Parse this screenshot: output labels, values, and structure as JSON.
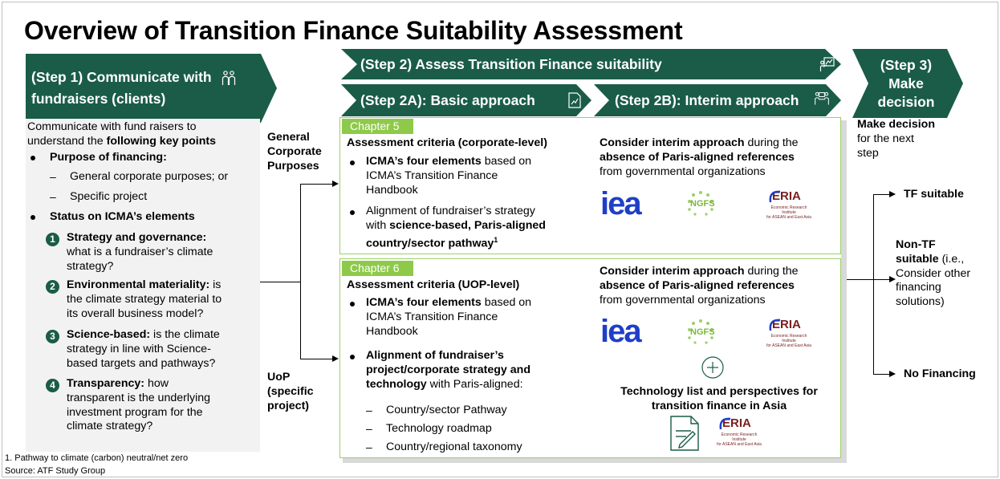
{
  "title": "Overview of Transition Finance Suitability Assessment",
  "steps": {
    "step1": "(Step 1) Communicate with fundraisers (clients)",
    "step1_line1": "(Step 1) Communicate with",
    "step1_line2": "fundraisers (clients)",
    "step2": "(Step 2) Assess Transition Finance suitability",
    "step2a": "(Step 2A): Basic approach",
    "step2b": "(Step 2B): Interim approach",
    "step3_line1": "(Step 3)",
    "step3_line2": "Make",
    "step3_line3": "decision"
  },
  "col1": {
    "intro1": "Communicate with fund raisers to",
    "intro2_plain": "understand the ",
    "intro2_bold": "following key points",
    "purpose_heading": "Purpose of financing:",
    "purpose_items": [
      "General corporate purposes; or",
      "Specific project"
    ],
    "status_heading": "Status on ICMA’s elements",
    "elements": [
      {
        "num": "1",
        "bold": "Strategy and governance:",
        "lines": [
          "what is a fundraiser’s climate",
          "strategy?"
        ],
        "first_rest": ""
      },
      {
        "num": "2",
        "bold": "Environmental materiality:",
        "first_rest": " is",
        "lines": [
          "the climate strategy material to",
          "its overall business model?"
        ]
      },
      {
        "num": "3",
        "bold": "Science-based:",
        "first_rest": " is the climate",
        "lines": [
          "strategy in line with Science-",
          "based targets and pathways?"
        ]
      },
      {
        "num": "4",
        "bold": "Transparency:",
        "first_rest": " how",
        "lines": [
          "transparent is the underlying",
          "investment program for the",
          "climate strategy?"
        ]
      }
    ]
  },
  "purpose_labels": {
    "general": [
      "General",
      "Corporate",
      "Purposes"
    ],
    "uop": [
      "UoP",
      "(specific",
      "project)"
    ]
  },
  "box1": {
    "chapter": "Chapter 5",
    "heading": "Assessment criteria (corporate-level)",
    "b1_bold": "ICMA’s four elements",
    "b1_rest": " based on",
    "b1_lines": [
      "ICMA’s Transition Finance",
      "Handbook"
    ],
    "b2_line1": "Alignment of fundraiser’s strategy",
    "b2_line2_plain": "with ",
    "b2_line2_bold": "science-based, Paris-aligned",
    "b2_line3_bold": "country/sector pathway",
    "b2_sup": "1",
    "interim_bold": "Consider interim approach",
    "interim_rest": " during the",
    "interim_line2": "absence of Paris-aligned references",
    "interim_line3": "from governmental organizations"
  },
  "box2": {
    "chapter": "Chapter 6",
    "heading": "Assessment criteria (UOP-level)",
    "b1_bold": "ICMA’s four elements",
    "b1_rest": " based on",
    "b1_lines": [
      "ICMA’s Transition Finance",
      "Handbook"
    ],
    "b2_lines_bold": [
      "Alignment of fundraiser’s",
      "project/corporate strategy and",
      "technology"
    ],
    "b2_rest": " with Paris-aligned:",
    "sub_items": [
      "Country/sector Pathway",
      "Technology roadmap",
      "Country/regional taxonomy"
    ],
    "interim_bold": "Consider interim approach",
    "interim_rest": " during the",
    "interim_line2": "absence of Paris-aligned references",
    "interim_line3": "from governmental organizations",
    "tech_line1": "Technology list and perspectives for",
    "tech_line2": "transition finance in Asia"
  },
  "logos": {
    "iea": "iea",
    "ngfs": "NGFS",
    "eria": "ERIA",
    "eria_sub1": "Economic Research Institute",
    "eria_sub2": "for ASEAN and East Asia"
  },
  "step3": {
    "decision_bold": "Make decision",
    "decision_lines": [
      "for the next",
      "step"
    ],
    "outcomes": {
      "tf_suitable": "TF suitable",
      "non_tf_bold": "Non-TF",
      "non_tf_bold2": "suitable",
      "non_tf_rest": " (i.e.,",
      "non_tf_lines": [
        "Consider other",
        "financing",
        "solutions)"
      ],
      "no_financing": "No Financing"
    }
  },
  "footnotes": {
    "note1": "1.  Pathway to climate (carbon) neutral/net zero",
    "source": "Source: ATF Study Group"
  },
  "colors": {
    "teal": "#1a5c47",
    "green_border": "#9bd066",
    "chapter_green": "#8fc94a",
    "grey_panel": "#f2f2f2"
  },
  "icons": [
    "people-icon",
    "presentation-icon",
    "document-chart-icon",
    "meeting-icon",
    "plus-circle-icon",
    "document-pen-icon"
  ]
}
